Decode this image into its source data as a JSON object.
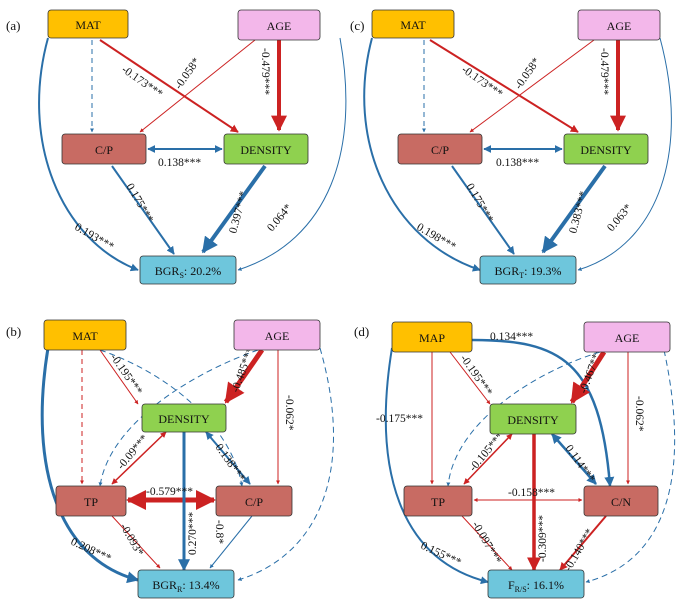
{
  "colors": {
    "red": "#cc2222",
    "blue": "#2a6fa8",
    "mat": "#ffc000",
    "age": "#f3b7ea",
    "cp": "#c86b63",
    "density": "#8fd14f",
    "bgr": "#6ec6dc"
  },
  "panels": [
    {
      "label": "(a)",
      "nodes": {
        "mat": "MAT",
        "age": "AGE",
        "cp": "C/P",
        "density": "DENSITY",
        "out_main": "BGR",
        "out_sub": "S",
        "out_rest": ": 20.2%"
      },
      "edges": {
        "mat_density": "-0.173***",
        "age_cp": "-0.058*",
        "age_density": "-0.479***",
        "cp_density": "0.138***",
        "cp_out": "0.175***",
        "density_out": "0.397***",
        "mat_out": "0.193***",
        "age_out": "0.064*"
      }
    },
    {
      "label": "(c)",
      "nodes": {
        "mat": "MAT",
        "age": "AGE",
        "cp": "C/P",
        "density": "DENSITY",
        "out_main": "BGR",
        "out_sub": "T",
        "out_rest": ": 19.3%"
      },
      "edges": {
        "mat_density": "-0.173***",
        "age_cp": "-0.058*",
        "age_density": "-0.479***",
        "cp_density": "0.138***",
        "cp_out": "0.175***",
        "density_out": "0.383***",
        "mat_out": "0.198***",
        "age_out": "0.063*"
      }
    },
    {
      "label": "(b)",
      "nodes": {
        "left": "MAT",
        "age": "AGE",
        "density": "DENSITY",
        "tp": "TP",
        "right": "C/P",
        "out_main": "BGR",
        "out_sub": "R",
        "out_rest": ": 13.4%"
      },
      "edges": {
        "left_density": "-0.195***",
        "age_density": "-0.485***",
        "age_right": "-0.062*",
        "density_tp": "-0.09***",
        "density_right": "0.138***",
        "tp_right": "-0.579***",
        "density_out": "0.270***",
        "right_out": "-0.8*",
        "tp_out": "-0.093*",
        "left_out": "0.208***"
      }
    },
    {
      "label": "(d)",
      "nodes": {
        "left": "MAP",
        "age": "AGE",
        "density": "DENSITY",
        "tp": "TP",
        "right": "C/N",
        "out_main": "F",
        "out_sub": "R/S",
        "out_rest": ": 16.1%"
      },
      "edges": {
        "left_density": "-0.195***",
        "age_density": "-0.467***",
        "age_right": "-0.062*",
        "left_tp": "-0.175***",
        "left_right": "0.134***",
        "density_tp": "-0.105***",
        "density_right": "0.114***",
        "tp_right": "-0.158***",
        "density_out": "-0.309***",
        "tp_out": "-0.097***",
        "right_out": "-0.140***",
        "left_out": "0.155***"
      }
    }
  ]
}
